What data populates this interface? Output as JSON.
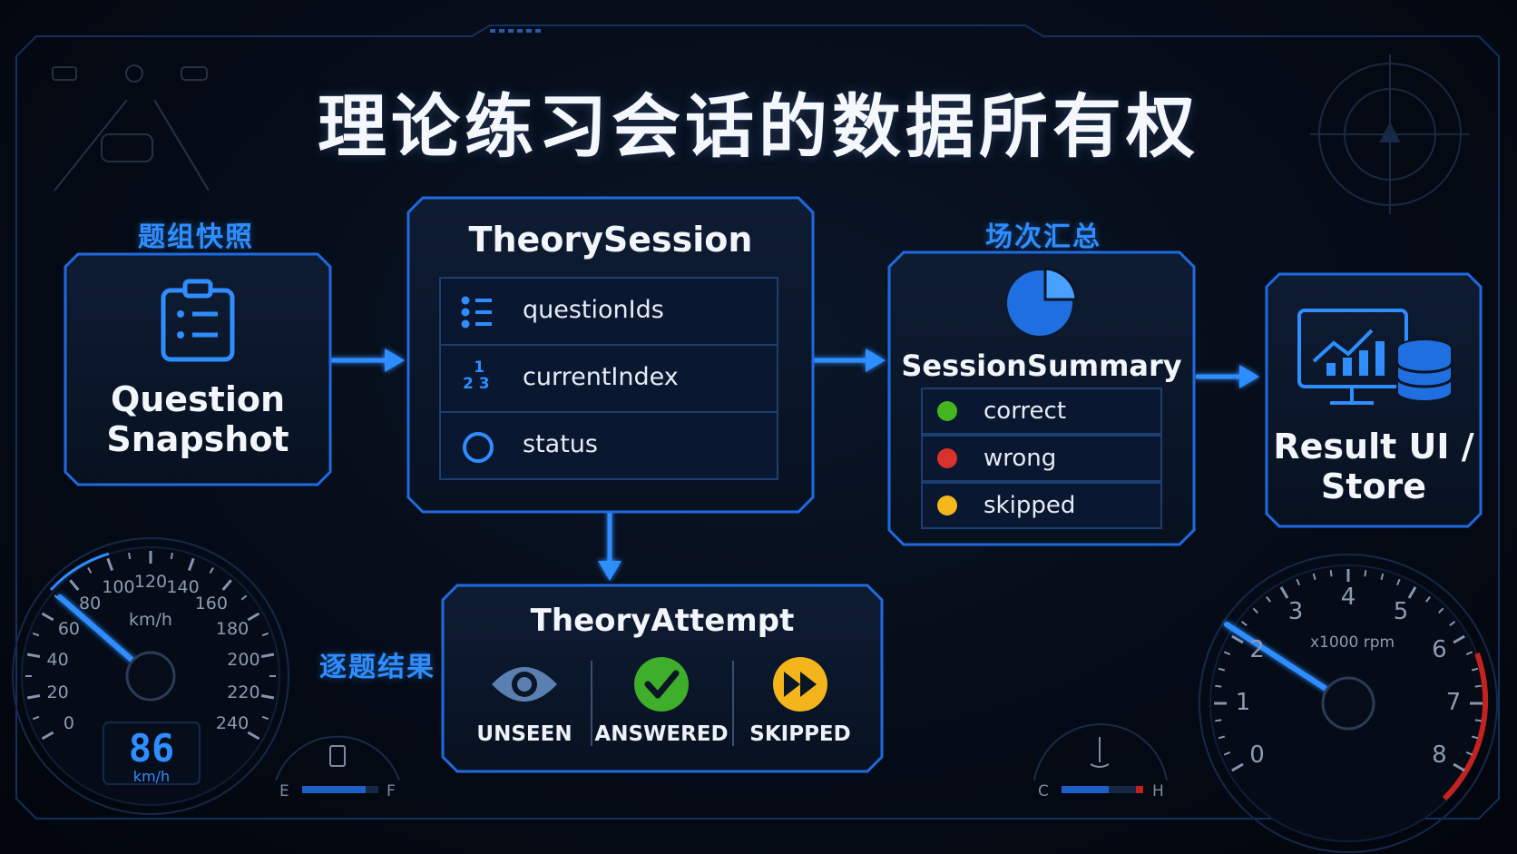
{
  "title": "理论练习会话的数据所有权",
  "labels": {
    "question_snapshot_group": "题组快照",
    "session_summary_group": "场次汇总",
    "attempt_group": "逐题结果"
  },
  "boxes": {
    "question_snapshot": {
      "line1": "Question",
      "line2": "Snapshot",
      "icon": "clipboard-icon"
    },
    "theory_session": {
      "title": "TheorySession",
      "fields": [
        {
          "name": "questionIds",
          "icon": "list-icon"
        },
        {
          "name": "currentIndex",
          "icon": "numbered-icon"
        },
        {
          "name": "status",
          "icon": "circle-icon"
        }
      ]
    },
    "session_summary": {
      "title": "SessionSummary",
      "icon": "pie-chart-icon",
      "rows": [
        {
          "name": "correct",
          "color": "#43b51f"
        },
        {
          "name": "wrong",
          "color": "#d7322c"
        },
        {
          "name": "skipped",
          "color": "#f2b81c"
        }
      ]
    },
    "result_store": {
      "line1": "Result UI /",
      "line2": "Store",
      "icon": "monitor-database-icon"
    },
    "theory_attempt": {
      "title": "TheoryAttempt",
      "states": [
        {
          "label": "UNSEEN",
          "icon": "eye-icon"
        },
        {
          "label": "ANSWERED",
          "icon": "check-icon",
          "color": "#3fae2a"
        },
        {
          "label": "SKIPPED",
          "icon": "fast-forward-icon",
          "color": "#f3b51b"
        }
      ]
    }
  },
  "speedometer": {
    "ticks": [
      "0",
      "20",
      "40",
      "60",
      "80",
      "100",
      "120",
      "140",
      "160",
      "180",
      "200",
      "220",
      "240"
    ],
    "unit": "km/h",
    "readout": "86",
    "readout_unit": "km/h",
    "fuel_empty": "E",
    "fuel_full": "F"
  },
  "tachometer": {
    "ticks": [
      "0",
      "1",
      "2",
      "3",
      "4",
      "5",
      "6",
      "7",
      "8"
    ],
    "unit": "x1000 rpm",
    "temp_cold": "C",
    "temp_hot": "H"
  },
  "colors": {
    "accent": "#2f8dff",
    "frame": "#1a5fd0",
    "panel": "#0a1526"
  }
}
